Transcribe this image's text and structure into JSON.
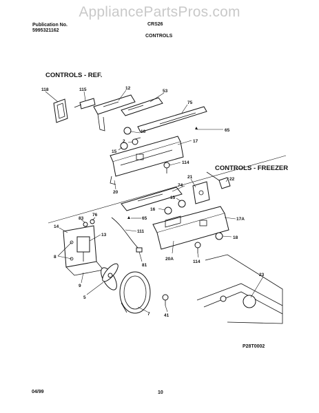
{
  "watermark": "AppliancePartsPros.com",
  "header": {
    "publication_label": "Publication No.",
    "publication_number": "5995321162",
    "model_number": "CRS26",
    "section_title": "CONTROLS"
  },
  "sections": {
    "ref": "CONTROLS - REF.",
    "freezer": "CONTROLS - FREEZER"
  },
  "callouts": [
    {
      "id": "c118",
      "label": "118"
    },
    {
      "id": "c115",
      "label": "115"
    },
    {
      "id": "c12",
      "label": "12"
    },
    {
      "id": "c53",
      "label": "53"
    },
    {
      "id": "c75",
      "label": "75"
    },
    {
      "id": "c65a",
      "label": "65"
    },
    {
      "id": "c16a",
      "label": "16"
    },
    {
      "id": "c2",
      "label": "2"
    },
    {
      "id": "c15a",
      "label": "15"
    },
    {
      "id": "c17",
      "label": "17"
    },
    {
      "id": "c114a",
      "label": "114"
    },
    {
      "id": "c20",
      "label": "20"
    },
    {
      "id": "c22",
      "label": "22"
    },
    {
      "id": "c21",
      "label": "21"
    },
    {
      "id": "c74",
      "label": "74"
    },
    {
      "id": "c15b",
      "label": "15"
    },
    {
      "id": "c16b",
      "label": "16"
    },
    {
      "id": "c65b",
      "label": "65"
    },
    {
      "id": "c17a",
      "label": "17A"
    },
    {
      "id": "c18",
      "label": "18"
    },
    {
      "id": "c20a",
      "label": "20A"
    },
    {
      "id": "c114b",
      "label": "114"
    },
    {
      "id": "c14",
      "label": "14"
    },
    {
      "id": "c83",
      "label": "83"
    },
    {
      "id": "c76",
      "label": "76"
    },
    {
      "id": "c13",
      "label": "13"
    },
    {
      "id": "c111",
      "label": "111"
    },
    {
      "id": "c8",
      "label": "8"
    },
    {
      "id": "c81",
      "label": "81"
    },
    {
      "id": "c9",
      "label": "9"
    },
    {
      "id": "c5",
      "label": "5"
    },
    {
      "id": "c7",
      "label": "7"
    },
    {
      "id": "c41",
      "label": "41"
    },
    {
      "id": "c23",
      "label": "23"
    }
  ],
  "figure_code": "P28T0002",
  "footer": {
    "date": "04/99",
    "page": "10"
  }
}
